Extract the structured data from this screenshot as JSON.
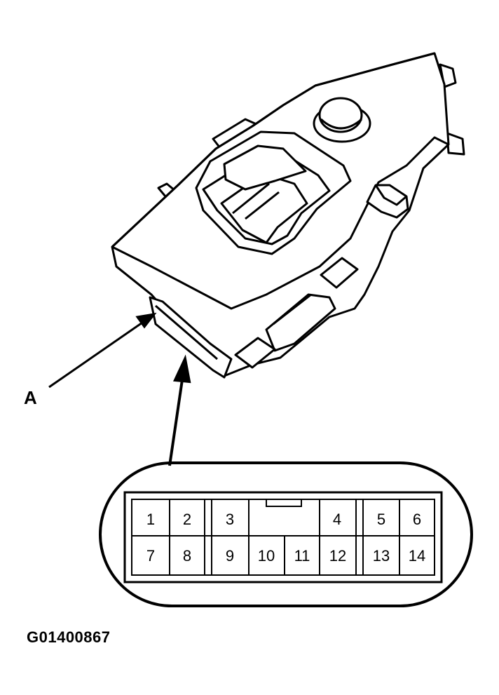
{
  "callout_label": "A",
  "figure_id": "G01400867",
  "connector": {
    "top_row": [
      "1",
      "2",
      "3",
      "",
      "4",
      "5",
      "6"
    ],
    "bottom_row": [
      "7",
      "8",
      "9",
      "10",
      "11",
      "12",
      "13",
      "14"
    ]
  }
}
